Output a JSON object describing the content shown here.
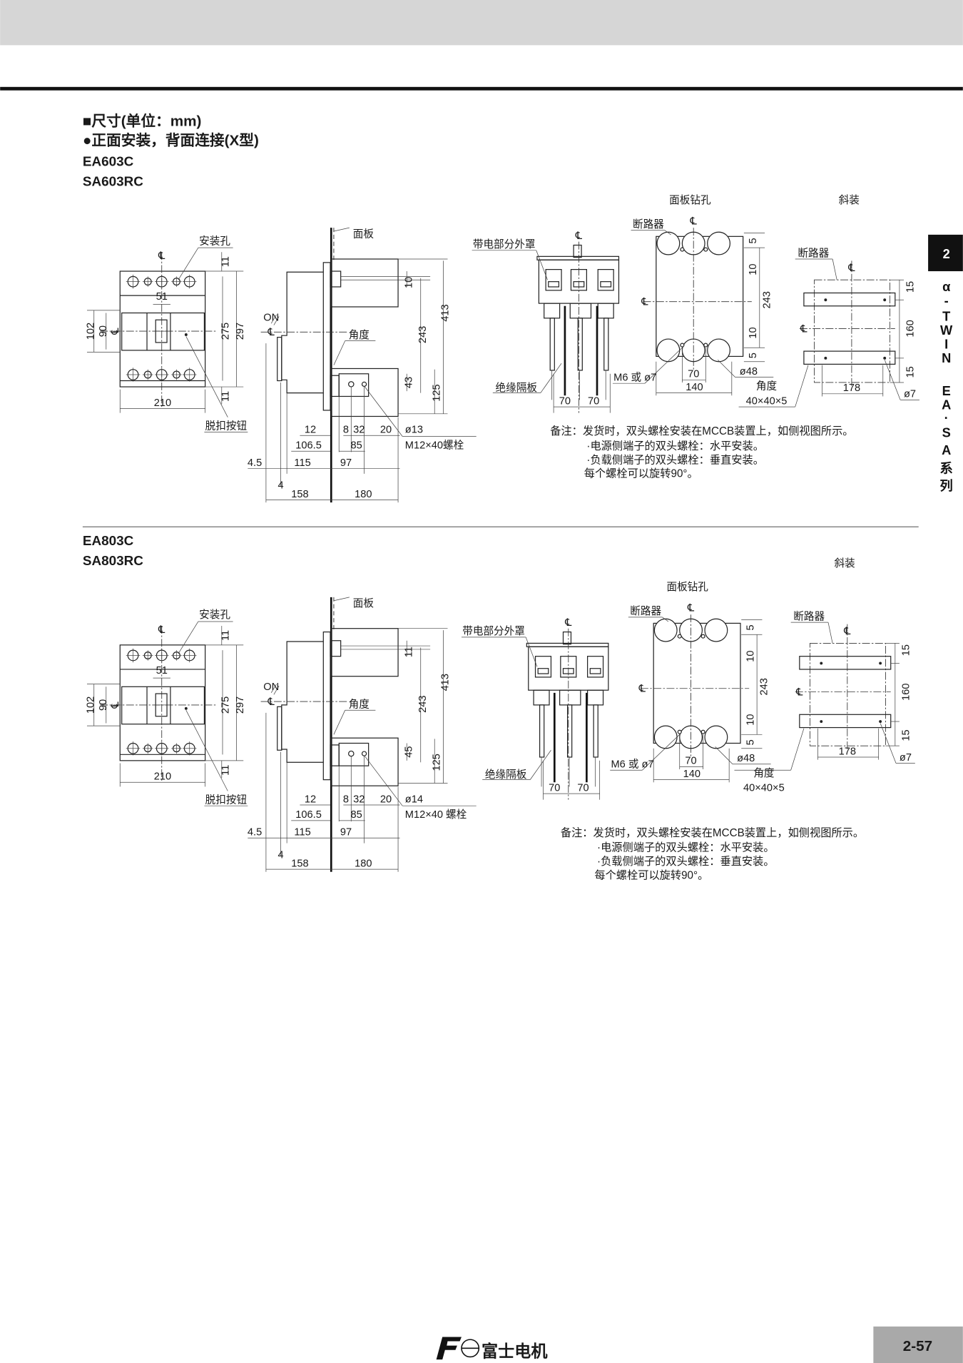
{
  "page": {
    "title": "■尺寸(单位：mm)",
    "subtitle": "●正面安装，背面连接(X型)"
  },
  "sections": [
    {
      "models": [
        "EA603C",
        "SA603RC"
      ],
      "labels": {
        "mount_hole": "安装孔",
        "trip_button": "脱扣按钮",
        "cl": "℄",
        "d51": "51",
        "d102": "102",
        "d90": "90",
        "d275": "275",
        "d297": "297",
        "d11a": "11",
        "d11b": "11",
        "d210": "210",
        "panel": "面板",
        "on": "ON",
        "angle": "角度",
        "d10": "10",
        "d413": "413",
        "d243": "243",
        "d43": "43",
        "d125": "125",
        "d12": "12",
        "d8": "8",
        "d32": "32",
        "d20": "20",
        "bolt_dia": "ø13",
        "bolt": "M12×40螺栓",
        "d106_5": "106.5",
        "d85": "85",
        "d4_5": "4.5",
        "d115": "115",
        "d97": "97",
        "d4": "4",
        "d158": "158",
        "d180": "180",
        "live_cover": "带电部分外罩",
        "insulator": "绝缘隔板",
        "d70a": "70",
        "d70b": "70",
        "drill_title": "面板钻孔",
        "breaker": "断路器",
        "dr5a": "5",
        "dr10a": "10",
        "dr243": "243",
        "dr10b": "10",
        "dr5b": "5",
        "dr_hole": "ø48",
        "dr_screw": "M6 或 ø7",
        "dr70": "70",
        "dr140": "140",
        "angle2": "角度",
        "angle_size": "40×40×5",
        "ob_title": "斜装",
        "ob_breaker": "断路器",
        "ob15a": "15",
        "ob160": "160",
        "ob15b": "15",
        "ob178": "178",
        "ob_hole": "ø7"
      },
      "notes": [
        "备注：发货时，双头螺栓安装在MCCB装置上，如侧视图所示。",
        "·电源侧端子的双头螺栓：水平安装。",
        "·负载侧端子的双头螺栓：垂直安装。",
        "每个螺栓可以旋转90°。"
      ]
    },
    {
      "models": [
        "EA803C",
        "SA803RC"
      ],
      "labels": {
        "mount_hole": "安装孔",
        "trip_button": "脱扣按钮",
        "cl": "℄",
        "d51": "51",
        "d102": "102",
        "d90": "90",
        "d275": "275",
        "d297": "297",
        "d11a": "11",
        "d11b": "11",
        "d210": "210",
        "panel": "面板",
        "on": "ON",
        "angle": "角度",
        "d10": "11",
        "d413": "413",
        "d243": "243",
        "d43": "45",
        "d125": "125",
        "d12": "12",
        "d8": "8",
        "d32": "32",
        "d20": "20",
        "bolt_dia": "ø14",
        "bolt": "M12×40 螺栓",
        "d106_5": "106.5",
        "d85": "85",
        "d4_5": "4.5",
        "d115": "115",
        "d97": "97",
        "d4": "4",
        "d158": "158",
        "d180": "180",
        "live_cover": "带电部分外罩",
        "insulator": "绝缘隔板",
        "d70a": "70",
        "d70b": "70",
        "drill_title": "面板钻孔",
        "breaker": "断路器",
        "dr5a": "5",
        "dr10a": "10",
        "dr243": "243",
        "dr10b": "10",
        "dr5b": "5",
        "dr_hole": "ø48",
        "dr_screw": "M6 或 ø7",
        "dr70": "70",
        "dr140": "140",
        "angle2": "角度",
        "angle_size": "40×40×5",
        "ob_title": "斜装",
        "ob_breaker": "断路器",
        "ob15a": "15",
        "ob160": "160",
        "ob15b": "15",
        "ob178": "178",
        "ob_hole": "ø7"
      },
      "notes": [
        "备注：发货时，双头螺栓安装在MCCB装置上，如侧视图所示。",
        "·电源侧端子的双头螺栓：水平安装。",
        "·负载侧端子的双头螺栓：垂直安装。",
        "每个螺栓可以旋转90°。"
      ]
    }
  ],
  "side_tab": {
    "chapter": "2",
    "series": [
      "α",
      "-",
      "T",
      "W",
      "I",
      "N",
      "E",
      "A",
      "·",
      "S",
      "A",
      "系",
      "列"
    ]
  },
  "footer": {
    "brand_logo": "Fe",
    "brand": "富士电机",
    "page_number": "2-57"
  },
  "colors": {
    "header_band": "#d6d6d6",
    "page_box": "#a9a9a9",
    "chapter_tab": "#111111"
  }
}
